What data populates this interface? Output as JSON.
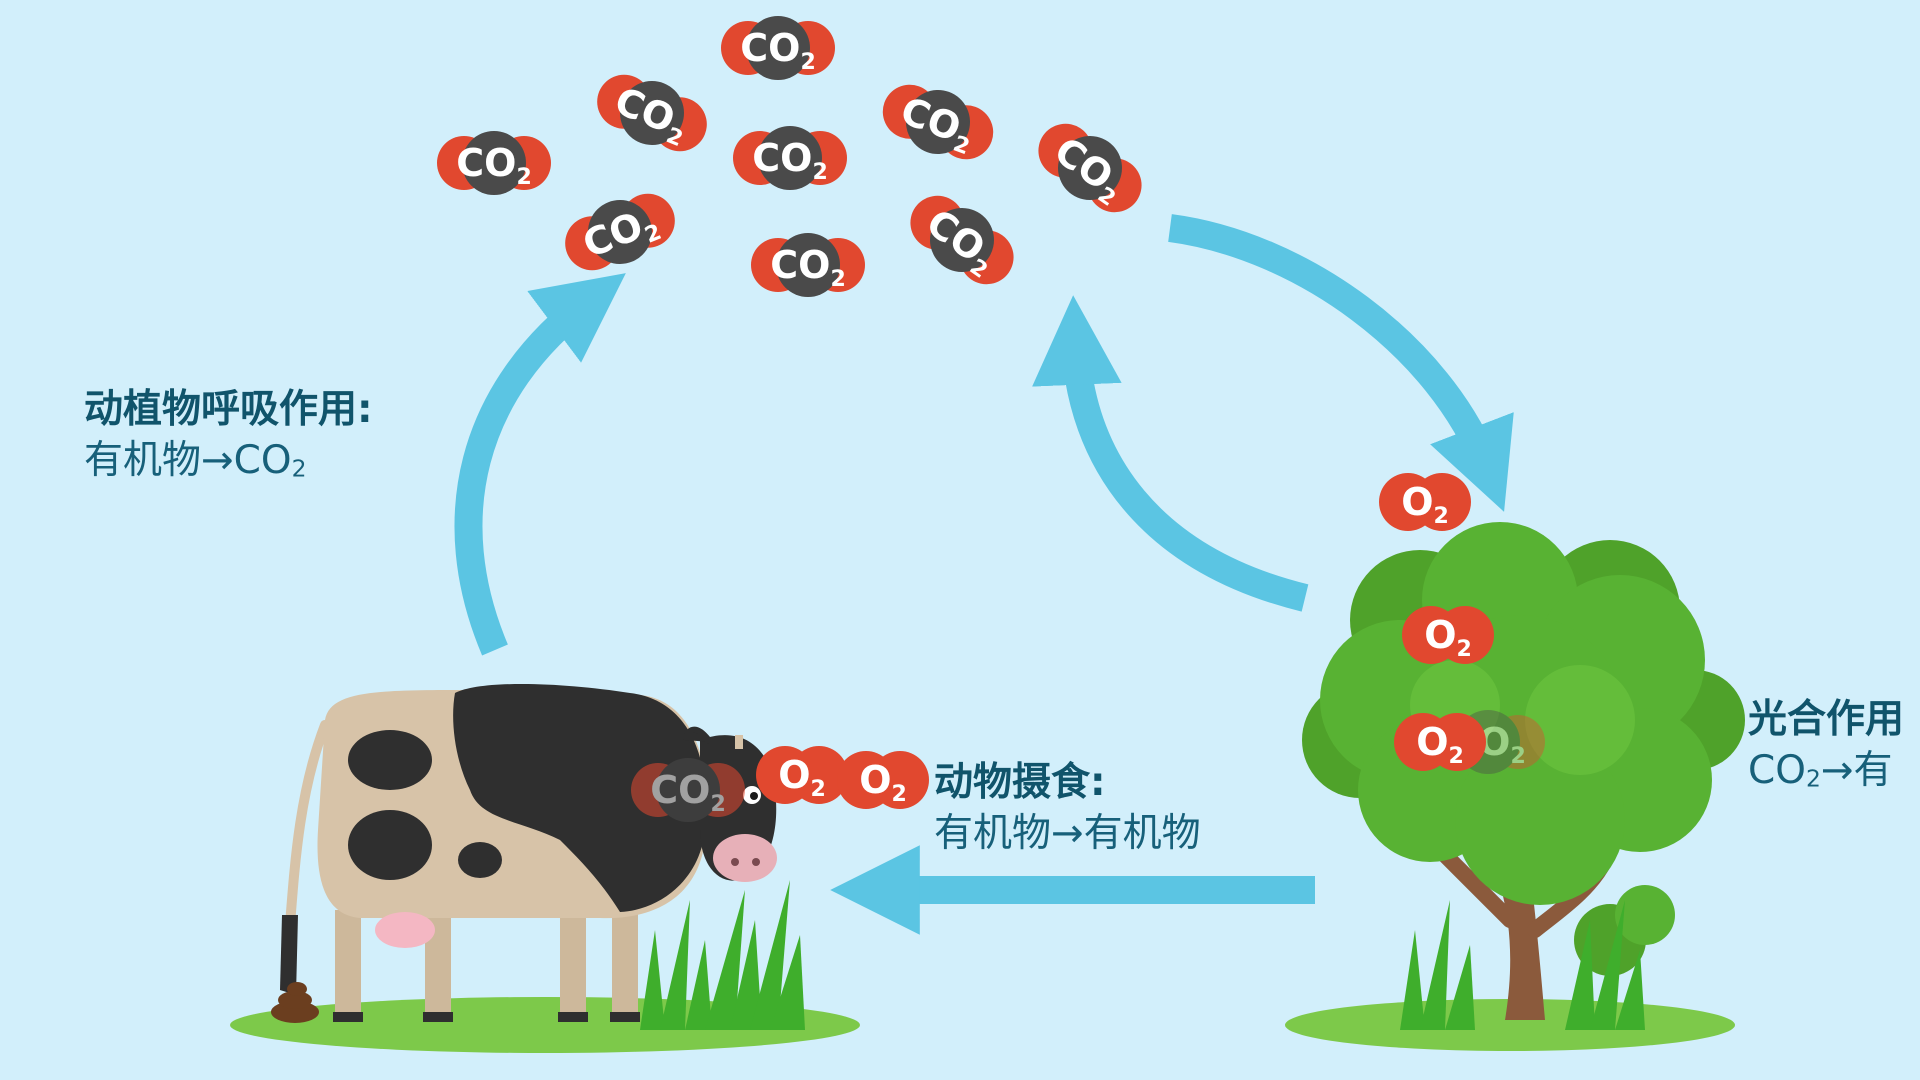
{
  "captions": {
    "respiration_title": "动植物呼吸作用:",
    "respiration_equation": "有机物→CO",
    "respiration_sub": "2",
    "feeding_title": "动物摄食:",
    "feeding_equation": "有机物→有机物",
    "photosynthesis_title": "光合作用",
    "photosynthesis_equation_prefix": "CO",
    "photosynthesis_sub": "2",
    "photosynthesis_equation_suffix": "→有"
  },
  "molecules": {
    "co2_main": "CO",
    "o2_main": "O",
    "subscript": "2",
    "co2_count": 11,
    "o2_count": 5
  },
  "icons": [
    "cow-icon",
    "tree-icon",
    "grass-icon",
    "dung-icon",
    "co2-molecule-icon",
    "o2-molecule-icon",
    "cycle-arrow-icon"
  ],
  "colors": {
    "background": "#d2effb",
    "arrow": "#5bc5e3",
    "molecule_red": "#e1482f",
    "molecule_dark": "#4a4a4a",
    "caption_dark": "#10546b",
    "tree_green": "#58b233",
    "ground_green": "#7dc94a"
  }
}
